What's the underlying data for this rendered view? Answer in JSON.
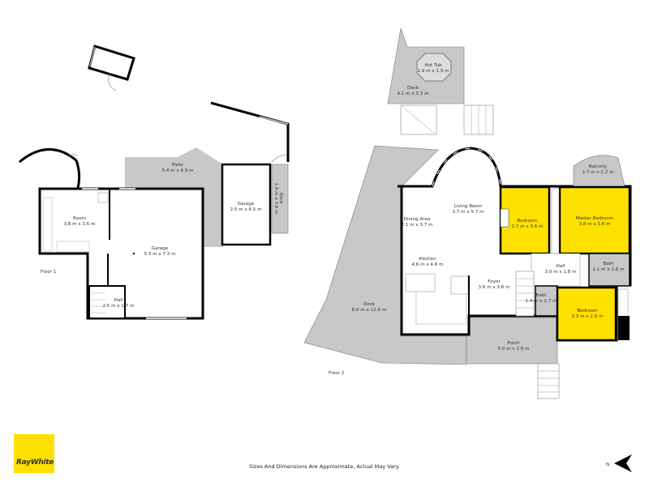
{
  "floors": [
    {
      "label": "Floor 1",
      "rooms": [
        {
          "name": "Room",
          "dims": "3.8 m x 3.6 m"
        },
        {
          "name": "Garage",
          "dims": "5.3 m x 7.3 m"
        },
        {
          "name": "Hall",
          "dims": "2.5 m x 1.7 m"
        },
        {
          "name": "Patio",
          "dims": "5.4 m x 4.9 m"
        },
        {
          "name": "Garage",
          "dims": "2.5 m x 4.5 m"
        },
        {
          "name": "Deck",
          "dims": "1.0 m x 3.6 m"
        }
      ]
    },
    {
      "label": "Floor 2",
      "rooms": [
        {
          "name": "Hot Tub",
          "dims": "1.9 m x 1.9 m"
        },
        {
          "name": "Deck",
          "dims": "4.1 m x 3.3 m"
        },
        {
          "name": "Living Room",
          "dims": "3.7 m x 5.7 m"
        },
        {
          "name": "Dining Area",
          "dims": "2.1 m x 3.7 m"
        },
        {
          "name": "Bedroom",
          "dims": "2.7 m x 3.6 m"
        },
        {
          "name": "Master Bedroom",
          "dims": "3.8 m x 3.6 m"
        },
        {
          "name": "Balcony",
          "dims": "2.7 m x 2.2 m"
        },
        {
          "name": "Kitchen",
          "dims": "4.6 m x 4.6 m"
        },
        {
          "name": "Hall",
          "dims": "3.0 m x 1.8 m"
        },
        {
          "name": "Bath",
          "dims": "2.1 m x 1.8 m"
        },
        {
          "name": "Foyer",
          "dims": "3.6 m x 3.6 m"
        },
        {
          "name": "Bath",
          "dims": "1.4 m x 1.7 m"
        },
        {
          "name": "Bedroom",
          "dims": "3.3 m x 2.8 m"
        },
        {
          "name": "Deck",
          "dims": "8.0 m x 12.6 m"
        },
        {
          "name": "Porch",
          "dims": "5.0 m x 2.9 m"
        }
      ]
    }
  ],
  "footer": {
    "brand": "RayWhite",
    "disclaimer": "Sizes And Dimensions Are Approximate, Actual May Vary.",
    "north_label": "N"
  },
  "colors": {
    "wall": "#000000",
    "outdoor": "#c8c8c8",
    "highlight": "#ffe100",
    "brand": "#ffe100"
  }
}
